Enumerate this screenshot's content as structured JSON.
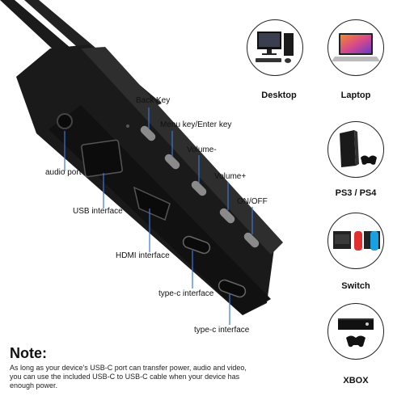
{
  "controls": {
    "back_key": "Back Key",
    "menu_key": "Menu key/Enter key",
    "volume_down": "Volume-",
    "volume_up": "Volume+",
    "power": "ON/OFF"
  },
  "ports": {
    "audio": "audio port",
    "usb": "USB interface",
    "hdmi": "HDMI interface",
    "typec_1": "type-c interface",
    "typec_2": "type-c interface"
  },
  "devices": [
    {
      "label": "Desktop",
      "icon": "desktop-computer-icon"
    },
    {
      "label": "Laptop",
      "icon": "laptop-icon"
    },
    {
      "label": "PS3 / PS4",
      "icon": "game-console-icon"
    },
    {
      "label": "Switch",
      "icon": "handheld-console-icon"
    },
    {
      "label": "XBOX",
      "icon": "xbox-console-icon"
    }
  ],
  "note": {
    "title": "Note:",
    "text": "As long as your device's USB-C port can transfer power, audio and video, you can use the included USB-C to USB-C cable when your device has enough power."
  },
  "colors": {
    "body": "#1a1a1a",
    "edge": "#3a3a3a",
    "button": "#8a8a8a",
    "port": "#0c0c0c"
  }
}
